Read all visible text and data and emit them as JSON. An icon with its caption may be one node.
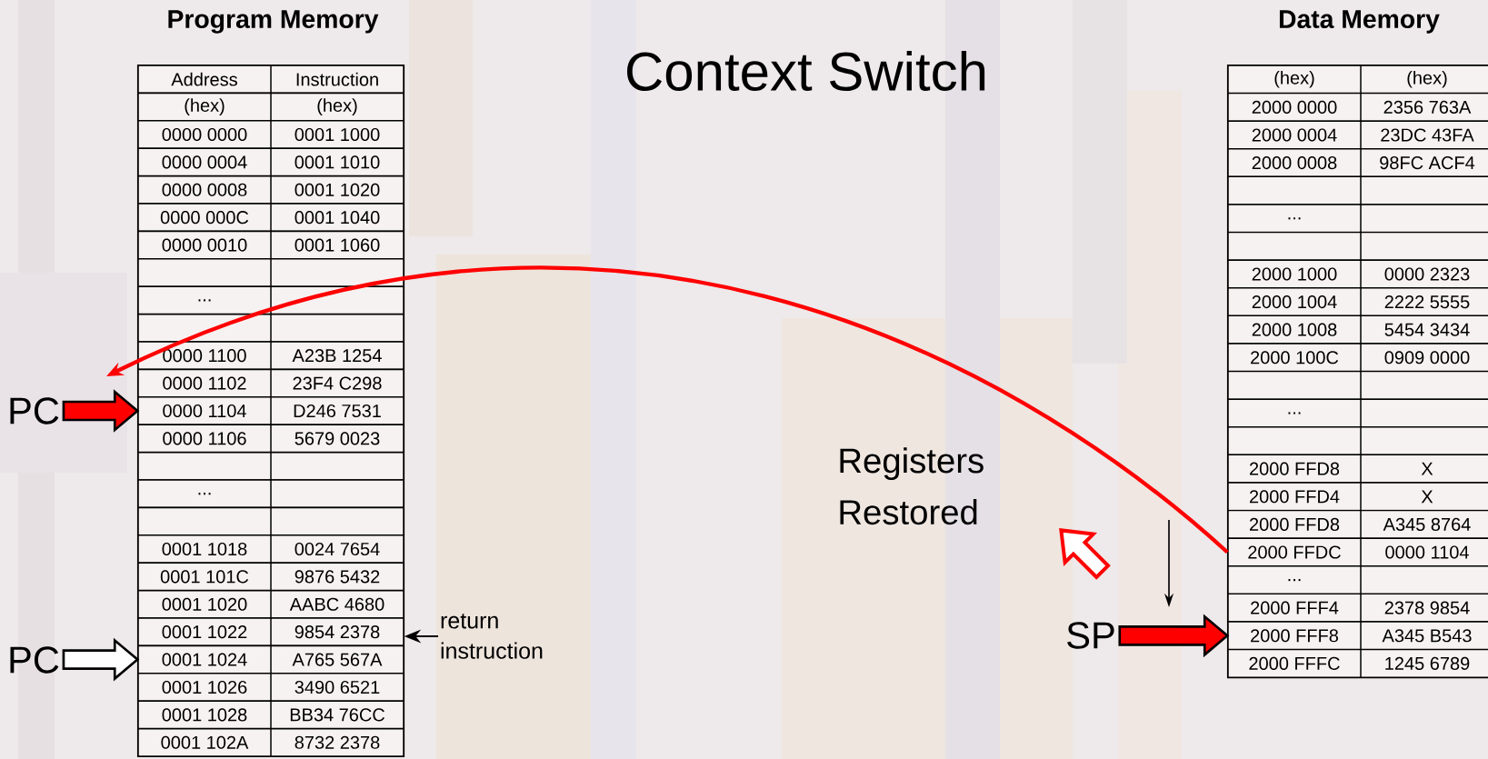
{
  "diagram": {
    "title": "Context Switch",
    "nodes": [
      {
        "text": [
          "Program Memory"
        ]
      },
      {
        "text": [
          "Address",
          "Instruction"
        ],
        "in": 0
      },
      {
        "text": [
          "(hex)",
          "(hex)"
        ],
        "in": 0
      },
      {
        "text": [
          "0000 0000",
          "0001 1000"
        ],
        "in": 0
      },
      {
        "text": [
          "0000 0004",
          "0001 1010"
        ],
        "in": 0
      },
      {
        "text": [
          "0000 0008",
          "0001 1020"
        ],
        "in": 0
      },
      {
        "text": [
          "0000 000C",
          "0001 1040"
        ],
        "in": 0
      },
      {
        "text": [
          "0000 0010",
          "0001 1060"
        ],
        "in": 0
      },
      {
        "text": [],
        "shape": "box",
        "in": 0
      },
      {
        "text": [
          "..."
        ],
        "in": 0
      },
      {
        "text": [],
        "shape": "box",
        "in": 0
      },
      {
        "text": [
          "0000 1100",
          "A23B 1254"
        ],
        "in": 0
      },
      {
        "text": [
          "0000 1102",
          "23F4 C298"
        ],
        "in": 0
      },
      {
        "text": [
          "0000 1104",
          "D246 7531"
        ],
        "in": 0
      },
      {
        "text": [
          "0000 1106",
          "5679 0023"
        ],
        "in": 0
      },
      {
        "text": [],
        "shape": "box",
        "in": 0
      },
      {
        "text": [
          "..."
        ],
        "in": 0
      },
      {
        "text": [],
        "shape": "box",
        "in": 0
      },
      {
        "text": [
          "0001 1018",
          "0024 7654"
        ],
        "in": 0
      },
      {
        "text": [
          "0001 101C",
          "9876 5432"
        ],
        "in": 0
      },
      {
        "text": [
          "0001 1020",
          "AABC 4680"
        ],
        "in": 0
      },
      {
        "text": [
          "0001 1022",
          "9854 2378"
        ],
        "in": 0
      },
      {
        "text": [
          "0001 1024",
          "A765 567A"
        ],
        "in": 0
      },
      {
        "text": [
          "0001 1026",
          "3490 6521"
        ],
        "in": 0
      },
      {
        "text": [
          "0001 1028",
          "BB34 76CC"
        ],
        "in": 0
      },
      {
        "text": [
          "0001 102A",
          "8732 2378"
        ],
        "in": 0
      },
      {
        "text": [
          "Data Memory"
        ]
      },
      {
        "text": [
          "(hex)",
          "(hex)"
        ],
        "in": 26
      },
      {
        "text": [
          "2000 0000",
          "2356 763A"
        ],
        "in": 26
      },
      {
        "text": [
          "2000 0004",
          "23DC 43FA"
        ],
        "in": 26
      },
      {
        "text": [
          "2000 0008",
          "98FC ACF4"
        ],
        "in": 26
      },
      {
        "text": [],
        "shape": "box",
        "in": 26
      },
      {
        "text": [
          "..."
        ],
        "in": 26
      },
      {
        "text": [],
        "shape": "box",
        "in": 26
      },
      {
        "text": [
          "2000 1000",
          "0000 2323"
        ],
        "in": 26
      },
      {
        "text": [
          "2000 1004",
          "2222 5555"
        ],
        "in": 26
      },
      {
        "text": [
          "2000 1008",
          "5454 3434"
        ],
        "in": 26
      },
      {
        "text": [
          "2000 100C",
          "0909 0000"
        ],
        "in": 26
      },
      {
        "text": [],
        "shape": "box",
        "in": 26
      },
      {
        "text": [
          "..."
        ],
        "in": 26
      },
      {
        "text": [],
        "shape": "box",
        "in": 26
      },
      {
        "text": [
          "2000 FFD8",
          "X"
        ],
        "in": 26
      },
      {
        "text": [
          "2000 FFD4",
          "X"
        ],
        "in": 26
      },
      {
        "text": [
          "2000 FFD8",
          "A345 8764"
        ],
        "in": 26
      },
      {
        "text": [
          "2000 FFDC",
          "0000 1104"
        ],
        "in": 26
      },
      {
        "text": [
          "..."
        ],
        "in": 26
      },
      {
        "text": [
          "2000 FFF4",
          "2378 9854"
        ],
        "in": 26
      },
      {
        "text": [
          "2000 FFF8",
          "A345 B543"
        ],
        "in": 26
      },
      {
        "text": [
          "2000 FFFC",
          "1245 6789"
        ],
        "in": 26
      },
      {
        "text": [
          "PC"
        ]
      },
      {
        "text": [
          "PC"
        ]
      },
      {
        "text": [
          "SP"
        ]
      },
      {
        "text": [
          "return instruction"
        ]
      }
    ],
    "edges": [
      {
        "from": 44,
        "to": null,
        "arrow": "to",
        "color": "#ff0000"
      },
      {
        "from": 49,
        "to": 13,
        "arrow": "to",
        "style": "thick",
        "color": "#ff0000"
      },
      {
        "from": 50,
        "to": 22,
        "arrow": "to",
        "style": "thick"
      },
      {
        "from": 51,
        "to": 47,
        "arrow": "to",
        "style": "thick",
        "color": "#ff0000"
      },
      {
        "from": 52,
        "to": 21,
        "arrow": "to",
        "color": "#000000"
      }
    ],
    "labels": [
      "Registers Restored"
    ]
  }
}
